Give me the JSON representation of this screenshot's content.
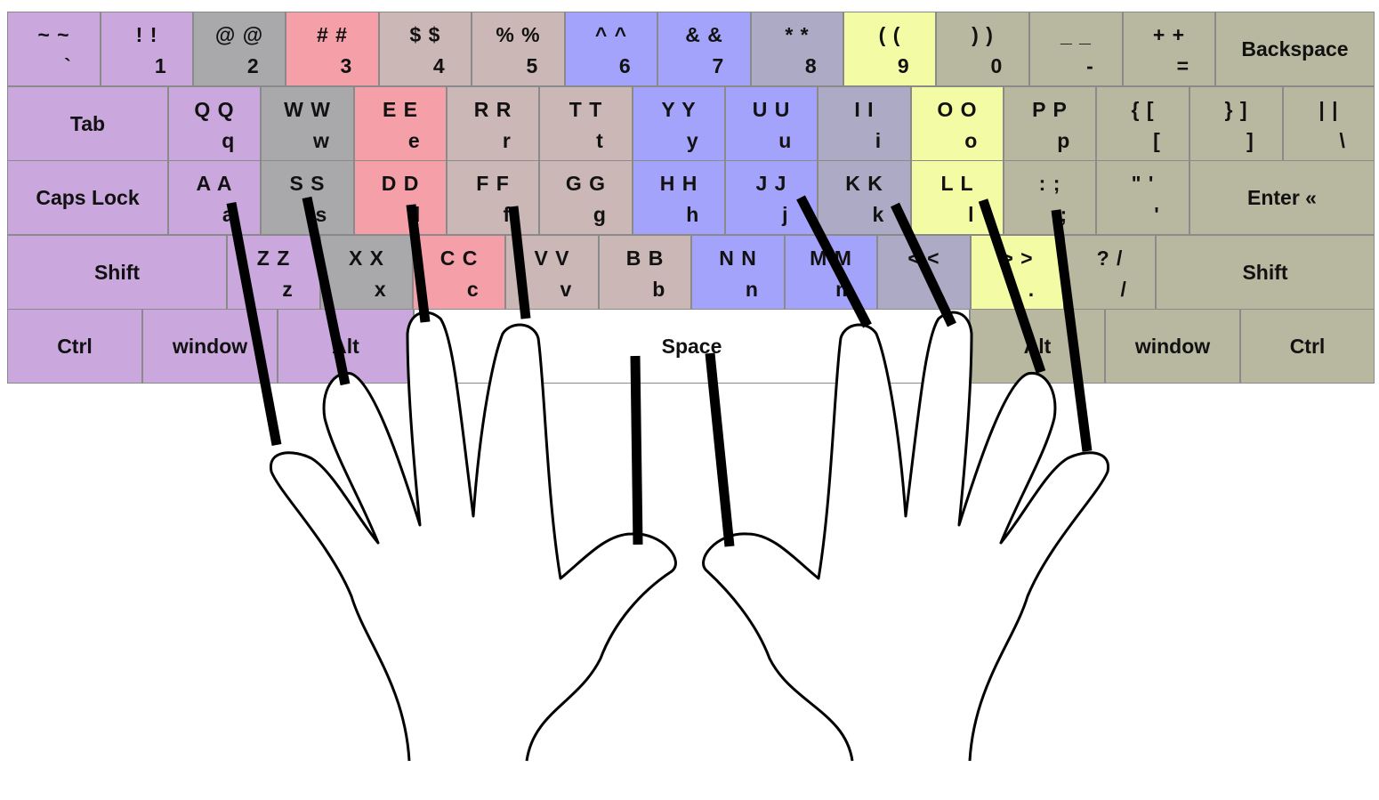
{
  "colors": {
    "pinky_left": "#caa8de",
    "ring_left": "#a9a8ab",
    "middle_left": "#f59fa9",
    "index_left": "#cbb8b6",
    "index_right": "#a3a3fc",
    "middle_right": "#a6a6fb",
    "ring_right": "#acaac4",
    "pinky_right_a": "#f3fca4",
    "pinky_right_b": "#b8b79f",
    "space": "#ffffff",
    "line": "#000000"
  },
  "rows": [
    [
      {
        "top": "~ ~",
        "bottom": "`",
        "color": "pinky_left"
      },
      {
        "top": "! !",
        "bottom": "1",
        "color": "pinky_left"
      },
      {
        "top": "@ @",
        "bottom": "2",
        "color": "ring_left"
      },
      {
        "top": "# #",
        "bottom": "3",
        "color": "middle_left"
      },
      {
        "top": "$ $",
        "bottom": "4",
        "color": "index_left"
      },
      {
        "top": "% %",
        "bottom": "5",
        "color": "index_left"
      },
      {
        "top": "^ ^",
        "bottom": "6",
        "color": "index_right"
      },
      {
        "top": "& &",
        "bottom": "7",
        "color": "index_right"
      },
      {
        "top": "* *",
        "bottom": "8",
        "color": "ring_right"
      },
      {
        "top": "( (",
        "bottom": "9",
        "color": "pinky_right_a"
      },
      {
        "top": ") )",
        "bottom": "0",
        "color": "pinky_right_b"
      },
      {
        "top": "_ _",
        "bottom": "-",
        "color": "pinky_right_b"
      },
      {
        "top": "+ +",
        "bottom": "=",
        "color": "pinky_right_b"
      },
      {
        "label": "Backspace",
        "color": "pinky_right_b"
      }
    ],
    [
      {
        "label": "Tab",
        "color": "pinky_left"
      },
      {
        "top": "Q Q",
        "bottom": "q",
        "color": "pinky_left"
      },
      {
        "top": "W W",
        "bottom": "w",
        "color": "ring_left"
      },
      {
        "top": "E E",
        "bottom": "e",
        "color": "middle_left"
      },
      {
        "top": "R R",
        "bottom": "r",
        "color": "index_left"
      },
      {
        "top": "T T",
        "bottom": "t",
        "color": "index_left"
      },
      {
        "top": "Y Y",
        "bottom": "y",
        "color": "index_right"
      },
      {
        "top": "U U",
        "bottom": "u",
        "color": "index_right"
      },
      {
        "top": "I I",
        "bottom": "i",
        "color": "ring_right"
      },
      {
        "top": "O O",
        "bottom": "o",
        "color": "pinky_right_a"
      },
      {
        "top": "P P",
        "bottom": "p",
        "color": "pinky_right_b"
      },
      {
        "top": "{ [",
        "bottom": "[",
        "color": "pinky_right_b"
      },
      {
        "top": "} ]",
        "bottom": "]",
        "color": "pinky_right_b"
      },
      {
        "top": "| |",
        "bottom": "\\",
        "color": "pinky_right_b"
      }
    ],
    [
      {
        "label": "Caps Lock",
        "color": "pinky_left"
      },
      {
        "top": "A A",
        "bottom": "a",
        "color": "pinky_left"
      },
      {
        "top": "S S",
        "bottom": "s",
        "color": "ring_left"
      },
      {
        "top": "D D",
        "bottom": "d",
        "color": "middle_left"
      },
      {
        "top": "F F",
        "bottom": "f",
        "color": "index_left"
      },
      {
        "top": "G G",
        "bottom": "g",
        "color": "index_left"
      },
      {
        "top": "H H",
        "bottom": "h",
        "color": "index_right"
      },
      {
        "top": "J J",
        "bottom": "j",
        "color": "index_right"
      },
      {
        "top": "K K",
        "bottom": "k",
        "color": "ring_right"
      },
      {
        "top": "L L",
        "bottom": "l",
        "color": "pinky_right_a"
      },
      {
        "top": ": ;",
        "bottom": ";",
        "color": "pinky_right_b"
      },
      {
        "top": "\" '",
        "bottom": "'",
        "color": "pinky_right_b"
      },
      {
        "label": "Enter «",
        "color": "pinky_right_b"
      }
    ],
    [
      {
        "label": "Shift",
        "color": "pinky_left"
      },
      {
        "top": "Z Z",
        "bottom": "z",
        "color": "pinky_left"
      },
      {
        "top": "X X",
        "bottom": "x",
        "color": "ring_left"
      },
      {
        "top": "C C",
        "bottom": "c",
        "color": "middle_left"
      },
      {
        "top": "V V",
        "bottom": "v",
        "color": "index_left"
      },
      {
        "top": "B B",
        "bottom": "b",
        "color": "index_left"
      },
      {
        "top": "N N",
        "bottom": "n",
        "color": "index_right"
      },
      {
        "top": "M M",
        "bottom": "m",
        "color": "index_right"
      },
      {
        "top": "< <",
        "bottom": ",",
        "color": "ring_right"
      },
      {
        "top": "> >",
        "bottom": ".",
        "color": "pinky_right_a"
      },
      {
        "top": "? /",
        "bottom": "/",
        "color": "pinky_right_b"
      },
      {
        "label": "Shift",
        "color": "pinky_right_b"
      }
    ],
    [
      {
        "label": "Ctrl",
        "color": "pinky_left"
      },
      {
        "label": "window",
        "color": "pinky_left"
      },
      {
        "label": "Alt",
        "color": "pinky_left"
      },
      {
        "label": "Space",
        "color": "space"
      },
      {
        "label": "Alt",
        "color": "pinky_right_b"
      },
      {
        "label": "window",
        "color": "pinky_right_b"
      },
      {
        "label": "Ctrl",
        "color": "pinky_right_b"
      }
    ]
  ]
}
